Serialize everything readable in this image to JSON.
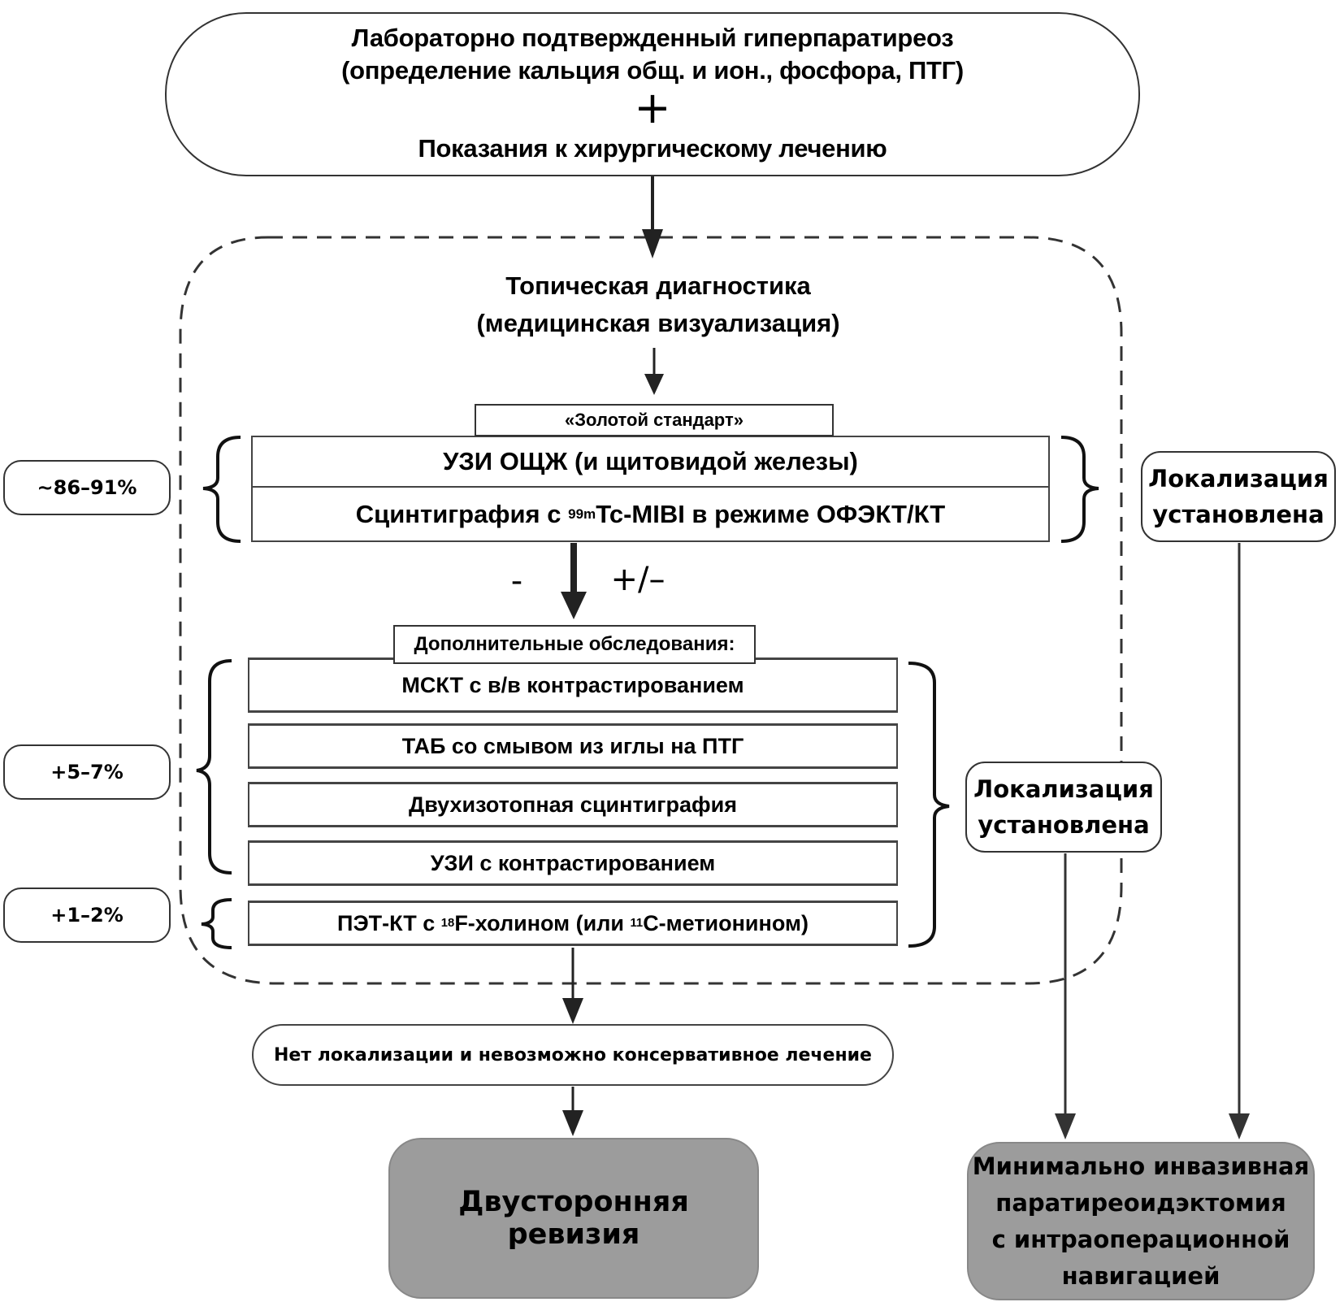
{
  "top_box": {
    "line1": "Лабораторно подтвержденный гиперпаратиреоз",
    "line2": "(определение кальция общ. и ион., фосфора, ПТГ)",
    "plus": "+",
    "line3": "Показания к хирургическому лечению"
  },
  "topical": {
    "line1": "Топическая диагностика",
    "line2": "(медицинская визуализация)"
  },
  "gold_standard": {
    "tag": "«Золотой стандарт»",
    "row1": "УЗИ ОЩЖ (и щитовидой железы)",
    "row2_prefix": "Сцинтиграфия с ",
    "row2_sup": "99m",
    "row2_suffix": "Tc-MIBI в режиме ОФЭКТ/КТ"
  },
  "percentages": {
    "gold": "~86–91%",
    "additional": "+5–7%",
    "pet": "+1–2%"
  },
  "localization": {
    "line1": "Локализация",
    "line2": "установлена"
  },
  "branch_signs": {
    "negative": "-",
    "uncertain": "+/–"
  },
  "additional": {
    "tag": "Дополнительные обследования:",
    "items": [
      "МСКТ с в/в контрастированием",
      "ТАБ со смывом из иглы на ПТГ",
      "Двухизотопная сцинтиграфия",
      "УЗИ с контрастированием"
    ],
    "pet": {
      "prefix": "ПЭТ-КТ с ",
      "sup1": "18",
      "mid": "F-холином (или ",
      "sup2": "11",
      "suffix": "С-метионином)"
    }
  },
  "no_localization": "Нет локализации и невозможно консервативное лечение",
  "outcomes": {
    "bilateral": "Двусторонняя ревизия",
    "minimally_invasive": [
      "Минимально инвазивная",
      "паратиреоидэктомия",
      "с интраоперационной",
      "навигацией"
    ]
  },
  "colors": {
    "outcome_fill": "#9c9c9c",
    "line": "#333333"
  }
}
